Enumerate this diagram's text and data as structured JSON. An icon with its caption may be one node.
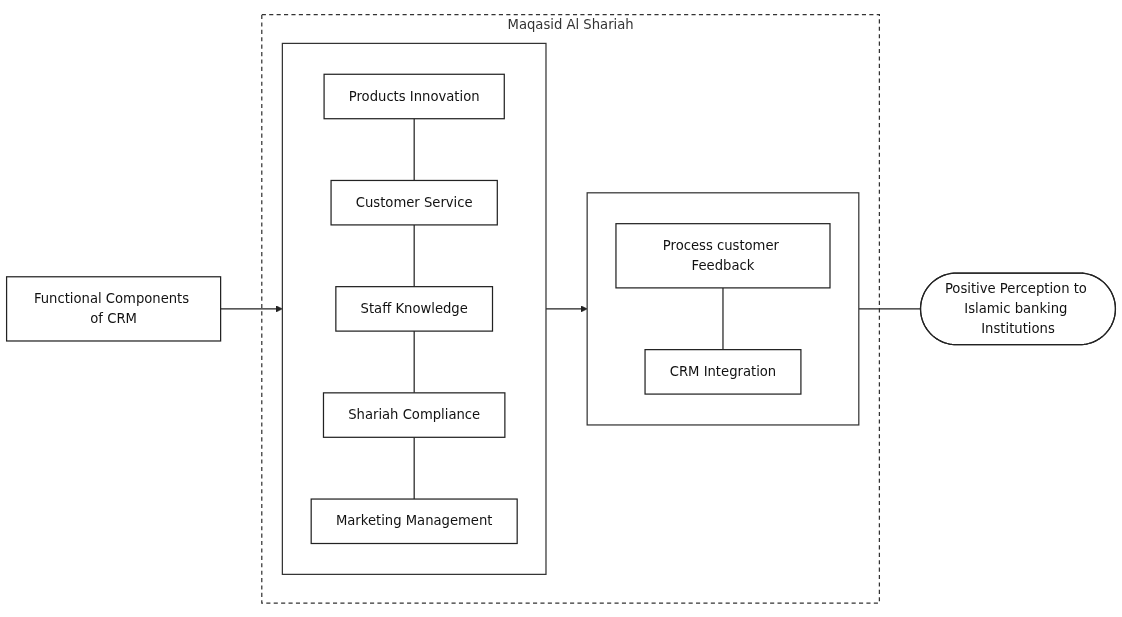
{
  "diagram": {
    "nodes": [
      {
        "text": [
          "Functional Components of CRM"
        ]
      },
      {
        "text": [
          "Maqasid Al Shariah"
        ]
      },
      {
        "text": [],
        "shape": "box",
        "in": 1
      },
      {
        "text": [
          "Products Innovation"
        ],
        "in": 2
      },
      {
        "text": [
          "Customer Service"
        ],
        "in": 2
      },
      {
        "text": [
          "Staff Knowledge"
        ],
        "in": 2
      },
      {
        "text": [
          "Shariah Compliance"
        ],
        "in": 2
      },
      {
        "text": [
          "Marketing Management"
        ],
        "in": 2
      },
      {
        "text": [],
        "shape": "box",
        "in": 1
      },
      {
        "text": [
          "Process customer Feedback"
        ],
        "in": 8
      },
      {
        "text": [
          "CRM Integration"
        ],
        "in": 8
      },
      {
        "text": [
          "Positive Perception to Islamic banking Institutions"
        ]
      }
    ],
    "edges": [
      {
        "from": 0,
        "to": 2,
        "arrow": "to"
      },
      {
        "from": 3,
        "to": 4,
        "arrow": "none"
      },
      {
        "from": 4,
        "to": 5,
        "arrow": "none"
      },
      {
        "from": 5,
        "to": 6,
        "arrow": "none"
      },
      {
        "from": 6,
        "to": 7,
        "arrow": "none"
      },
      {
        "from": 2,
        "to": 8,
        "arrow": "to"
      },
      {
        "from": 9,
        "to": 10,
        "arrow": "none"
      },
      {
        "from": 8,
        "to": 11,
        "arrow": "none"
      }
    ]
  }
}
